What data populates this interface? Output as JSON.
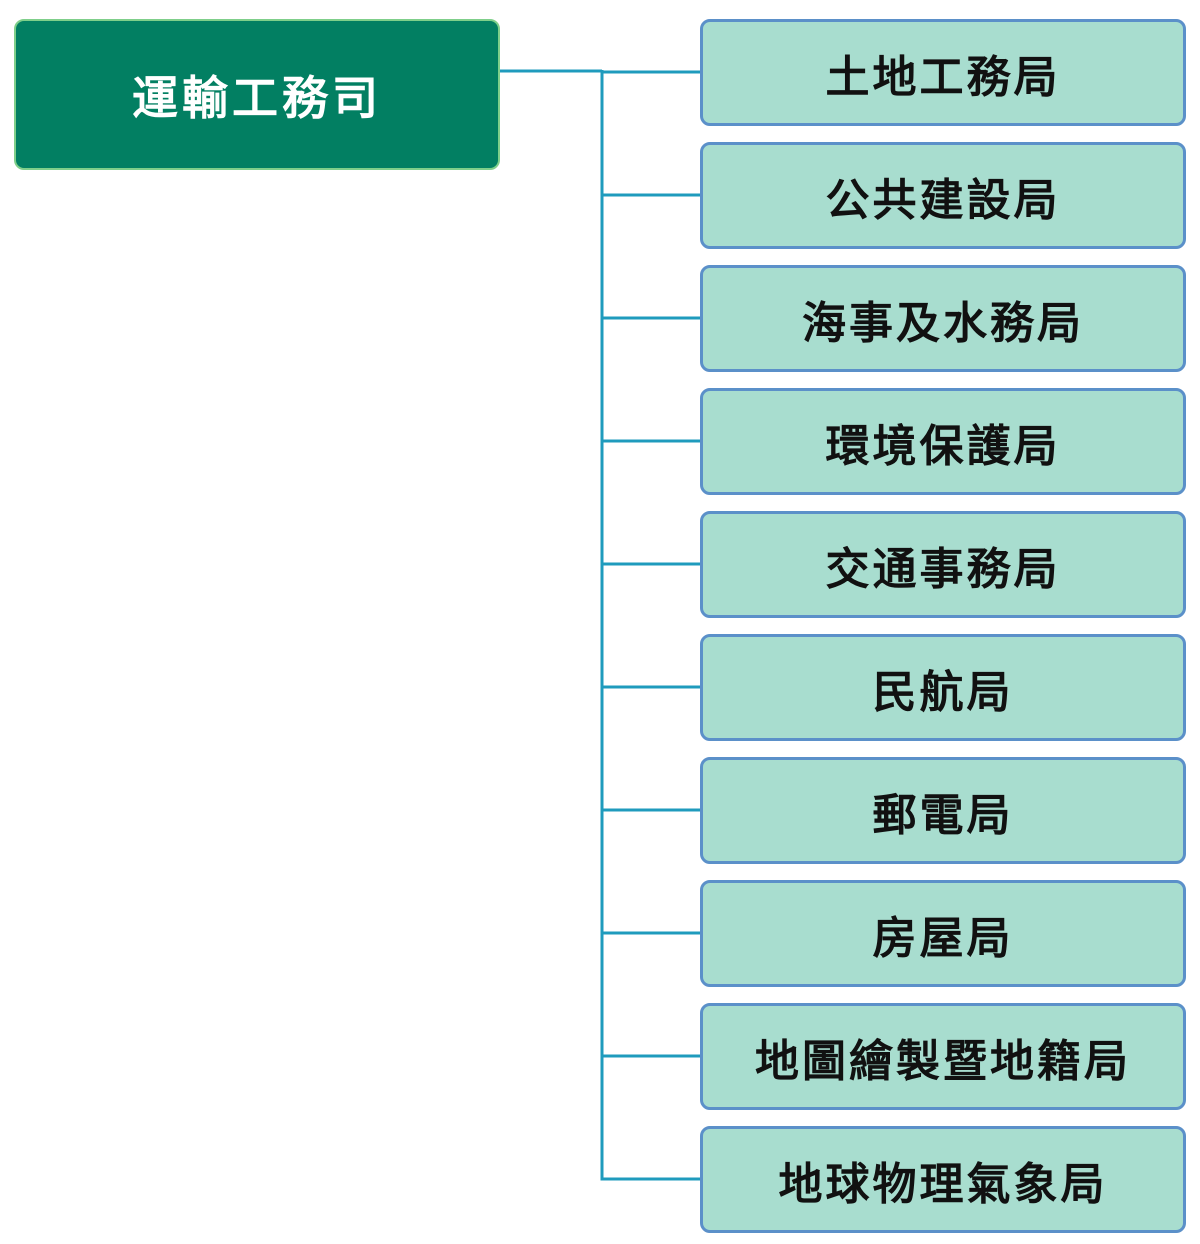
{
  "diagram": {
    "root": {
      "label": "運輸工務司"
    },
    "children": [
      {
        "label": "土地工務局"
      },
      {
        "label": "公共建設局"
      },
      {
        "label": "海事及水務局"
      },
      {
        "label": "環境保護局"
      },
      {
        "label": "交通事務局"
      },
      {
        "label": "民航局"
      },
      {
        "label": "郵電局"
      },
      {
        "label": "房屋局"
      },
      {
        "label": "地圖繪製暨地籍局"
      },
      {
        "label": "地球物理氣象局"
      }
    ]
  },
  "colors": {
    "root_fill": "#027f62",
    "root_border": "#7fcf8a",
    "child_fill": "#a8ddcf",
    "child_border": "#5b90c9",
    "connector": "#1f9bbd"
  }
}
